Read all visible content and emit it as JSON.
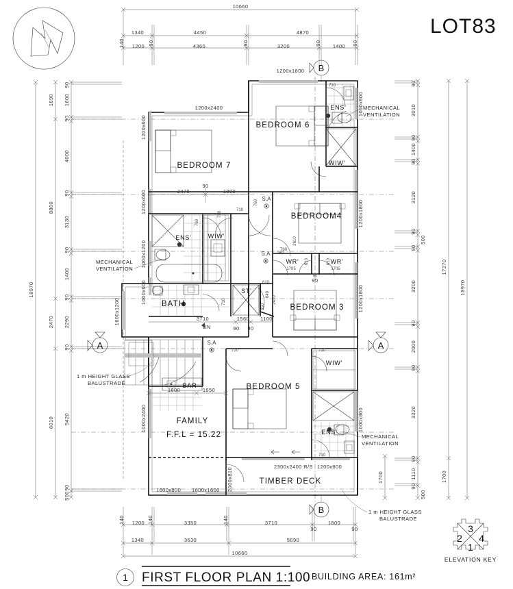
{
  "sheet": {
    "lot_label": "LOT83",
    "title": "FIRST FLOOR PLAN  1:100",
    "title_number": "1",
    "building_area": "BUILDING AREA:  161m²",
    "elevation_key_label": "ELEVATION KEY",
    "elevation_key_numbers": [
      "3",
      "2",
      "4",
      "1"
    ],
    "north_icon": "north-arrow-icon"
  },
  "rooms": [
    {
      "name": "BEDROOM 7",
      "key": "bedroom-7"
    },
    {
      "name": "BEDROOM 6",
      "key": "bedroom-6"
    },
    {
      "name": "BEDROOM4",
      "key": "bedroom-4"
    },
    {
      "name": "BEDROOM 3",
      "key": "bedroom-3"
    },
    {
      "name": "BEDROOM 5",
      "key": "bedroom-5"
    },
    {
      "name": "FAMILY",
      "key": "family"
    },
    {
      "name": "BATH",
      "key": "bath"
    },
    {
      "name": "TIMBER DECK",
      "key": "timber-deck"
    }
  ],
  "sub_labels": {
    "ens_1": "ENS'",
    "ens_2": "ENS'",
    "ens_3": "ENS'",
    "wiw_1": "WIW'",
    "wiw_2": "WIW'",
    "wiw_3": "WIW'",
    "wr_1": "WR'",
    "wr_2": "WR'",
    "st": "ST'",
    "bar": "BAR",
    "ffl": "F.F.L = 15.22"
  },
  "notes": {
    "mech_vent_top_right": "MECHANICAL\nVENTILATION",
    "mech_vent_left": "MECHANICAL\nVENTILATION",
    "mech_vent_bottom_right": "MECHANICAL\nVENTILATION",
    "balustrade_left": "1 m HEIGHT GLASS\nBALUSTRADE",
    "balustrade_bottom": "1 m HEIGHT GLASS\nBALUSTRADE",
    "mech_vent_line1": "MECHANICAL",
    "mech_vent_line2": "VENTILATION",
    "balustrade_line1": "1 m HEIGHT GLASS",
    "balustrade_line2": "BALUSTRADE"
  },
  "markers": {
    "section_a_left": "A",
    "section_a_right": "A",
    "section_b_top": "B",
    "section_b_bottom": "B",
    "smoke_alarm": "S.A"
  },
  "dimensions": {
    "top": {
      "overall": "10660",
      "row2": [
        "1340",
        "4450",
        "4870"
      ],
      "row3": [
        "140",
        "1200",
        "90",
        "4360",
        "90",
        "3200",
        "90",
        "1400",
        "90"
      ]
    },
    "bottom": {
      "overall": "10660",
      "row_mid": [
        "1340",
        "3630",
        "5690"
      ],
      "row_inner": [
        "140",
        "140",
        "1200",
        "3350",
        "140",
        "3710",
        "90",
        "1800",
        "90"
      ]
    },
    "left": {
      "overall": "18970",
      "col2": [
        "1690",
        "8800",
        "2470",
        "6010"
      ],
      "col3": [
        "90",
        "1600",
        "90",
        "4000",
        "90",
        "3130",
        "90",
        "1400",
        "90",
        "2290",
        "90",
        "5420",
        "90",
        "500"
      ]
    },
    "right": {
      "overall": "18970",
      "col_mid": [
        "17270",
        "1700"
      ],
      "col_inner": [
        "90",
        "3010",
        "90",
        "1400",
        "90",
        "3120",
        "90",
        "500",
        "90",
        "3200",
        "90",
        "2000",
        "90",
        "3320",
        "90",
        "1110",
        "90",
        "500"
      ]
    },
    "interior": {
      "bed7_left": "2470",
      "bed7_gap": "90",
      "bed7_right": "1800",
      "stair_run": "3710",
      "stair_dn": "DN",
      "st_a": "1560",
      "st_b": "1100",
      "st_c": "90",
      "st_d": "90",
      "family_a": "1800",
      "family_b": "1650",
      "wr_left": "1705",
      "wr_right": "1705",
      "wr_90": "90",
      "bed3_90": "90"
    }
  },
  "windows": {
    "top_bed6": "1200x1800",
    "bed7_top": "1200x2400",
    "left_a": "1200x600",
    "left_b": "1200x600",
    "left_c": "1000x1200",
    "left_d": "1000x600",
    "left_e": "1000x2400",
    "left_f": "1600x1200",
    "right_ens6": "1000x800",
    "right_bed4": "1200x1800",
    "right_bed3": "1200x1800",
    "right_ens5": "1000x800",
    "deck_slider": "2300x2400 R/S",
    "deck_win": "1200x800",
    "deck_door": "2000x810",
    "bottom_a": "1600x800",
    "bottom_b": "1600x1600"
  },
  "door_widths": {
    "d1": "710",
    "d2": "760",
    "d3": "710",
    "d4": "710",
    "d5": "760",
    "d6": "760",
    "d7": "610",
    "d8": "710",
    "d9": "610",
    "d10": "610",
    "d11": "720",
    "d12": "710",
    "d13": "720",
    "d14": "710",
    "d15": "760",
    "d16": "2610",
    "d17": "640",
    "d18": "650",
    "d19": "2410"
  },
  "colors": {
    "ink": "#111111",
    "wall_fill": "#c9c9c9",
    "dim_gray": "#555555",
    "paper": "#ffffff"
  }
}
